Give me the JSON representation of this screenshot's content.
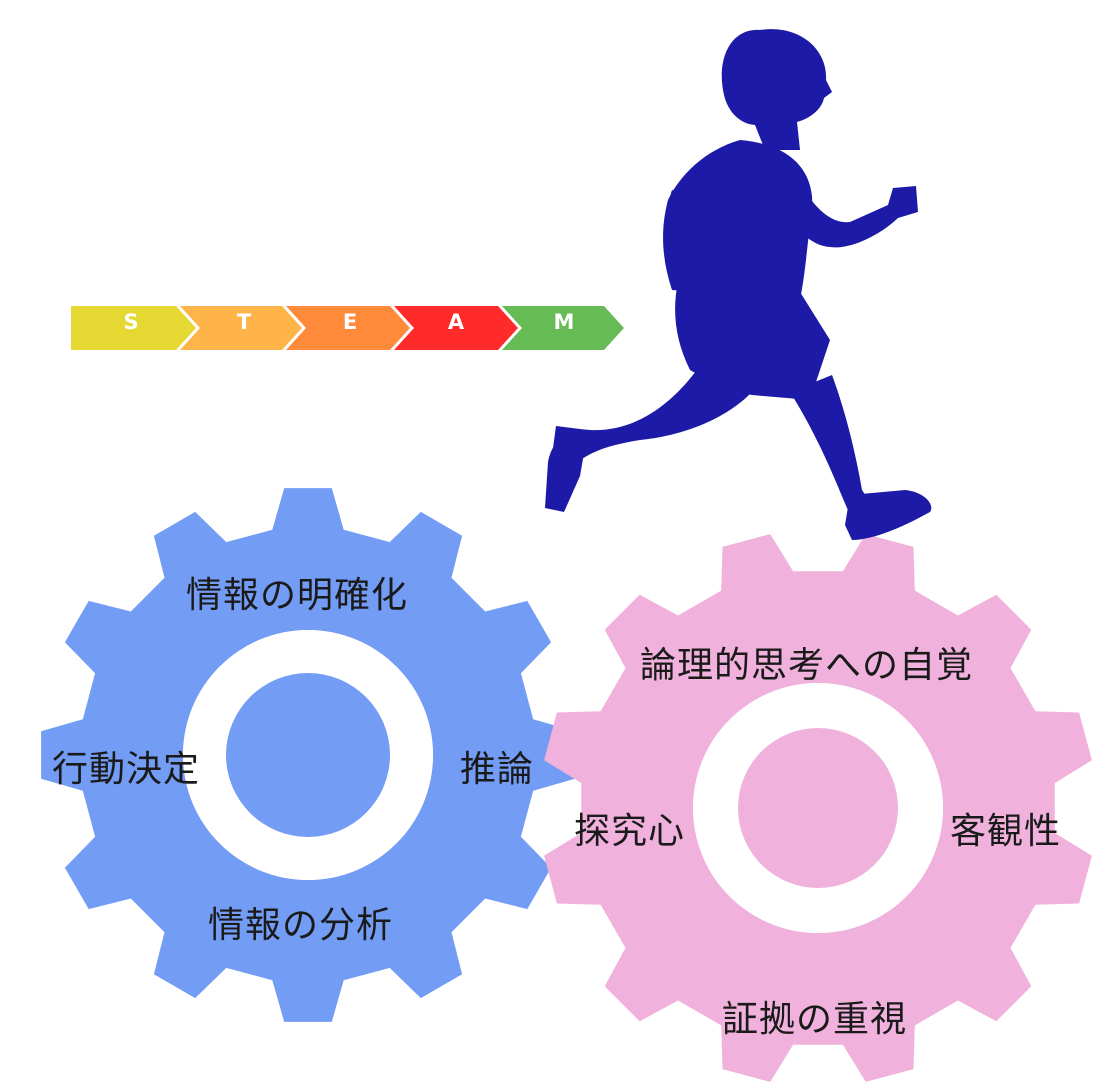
{
  "steam": {
    "letters": [
      "S",
      "T",
      "E",
      "A",
      "M"
    ],
    "colors": [
      "#66bb55",
      "#e6d832",
      "#ffb44a",
      "#ff8a3a",
      "#ff2a2a"
    ]
  },
  "blue_gear": {
    "color": "#739cf5",
    "top": "情報の明確化",
    "right": "推論",
    "bottom": "情報の分析",
    "left": "行動決定"
  },
  "pink_gear": {
    "color": "#f0b1dc",
    "top": "論理的思考への自覚",
    "right": "客観性",
    "bottom": "証拠の重視",
    "left": "探究心"
  },
  "runner": {
    "icon": "running-child-silhouette-icon",
    "color": "#1c1aa6"
  }
}
